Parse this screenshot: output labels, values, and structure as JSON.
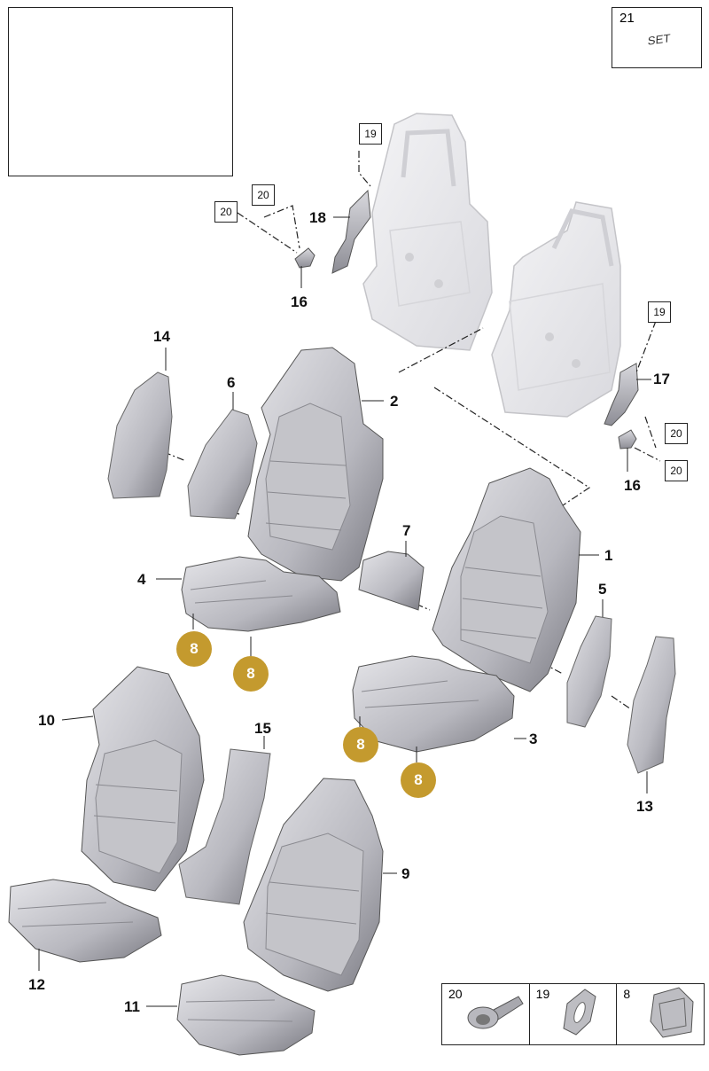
{
  "set_box": {
    "number": "21",
    "label": "SET"
  },
  "legend": [
    {
      "number": "20"
    },
    {
      "number": "19"
    },
    {
      "number": "8"
    }
  ],
  "part_numbers": {
    "p1": "1",
    "p2": "2",
    "p3": "3",
    "p4": "4",
    "p5": "5",
    "p6": "6",
    "p7": "7",
    "p9": "9",
    "p10": "10",
    "p11": "11",
    "p12": "12",
    "p13": "13",
    "p14": "14",
    "p15": "15",
    "p16a": "16",
    "p16b": "16",
    "p17": "17",
    "p18": "18"
  },
  "boxed_numbers": {
    "b19a": "19",
    "b20a": "20",
    "b20b": "20",
    "b19b": "19",
    "b20c": "20",
    "b20d": "20"
  },
  "clip_badges": [
    "8",
    "8",
    "8",
    "8"
  ],
  "colors": {
    "clip_badge": "#c49a2e",
    "part_fill": "#c8c8cc",
    "frame_fill": "#ececf0"
  }
}
